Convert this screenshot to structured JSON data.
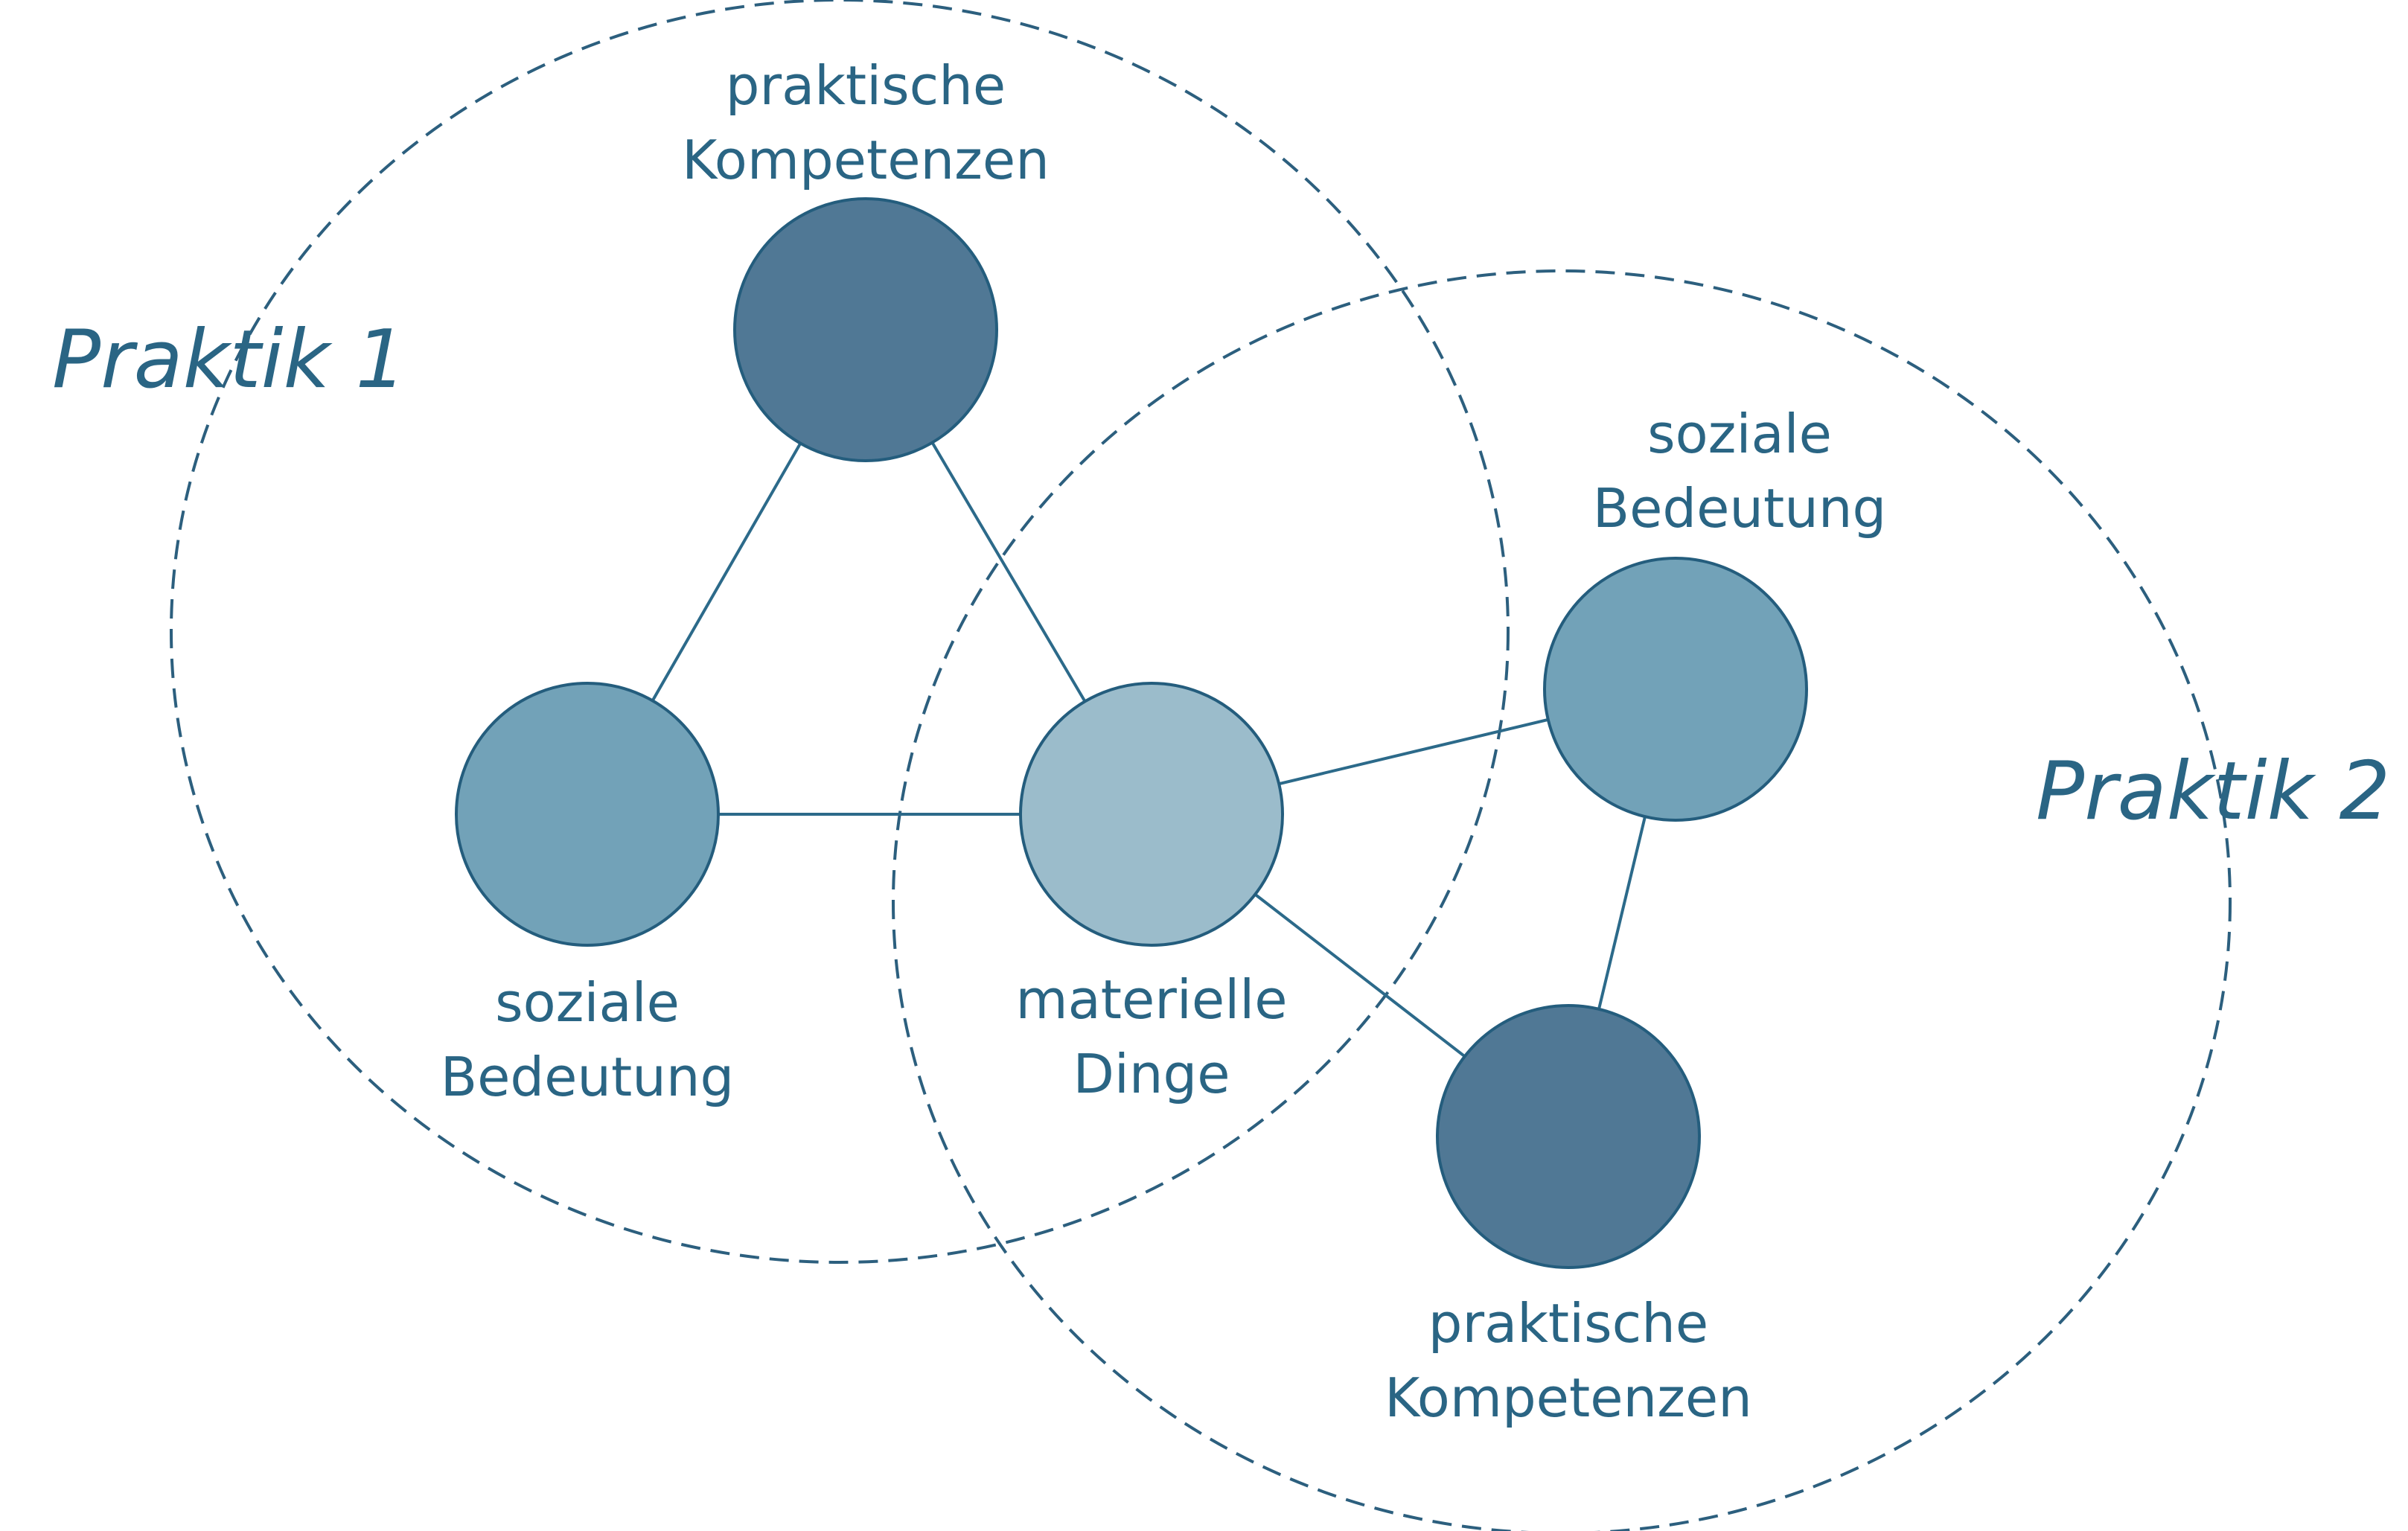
{
  "colors": {
    "ring": "#2c5f7e",
    "edge": "#2c6a8a",
    "text": "#2a6584",
    "praktische_kompetenzen": "#507895",
    "soziale_bedeutung": "#72a2b8",
    "materielle_dinge": "#9bbccb"
  },
  "practices": [
    {
      "title": "Praktik 1"
    },
    {
      "title": "Praktik 2"
    }
  ],
  "nodes": {
    "p1_kompetenzen": {
      "line1": "praktische",
      "line2": "Kompetenzen"
    },
    "p1_bedeutung": {
      "line1": "soziale",
      "line2": "Bedeutung"
    },
    "materielle": {
      "line1": "materielle",
      "line2": "Dinge"
    },
    "p2_bedeutung": {
      "line1": "soziale",
      "line2": "Bedeutung"
    },
    "p2_kompetenzen": {
      "line1": "praktische",
      "line2": "Kompetenzen"
    }
  },
  "edges": [
    [
      "p1_kompetenzen",
      "p1_bedeutung"
    ],
    [
      "p1_kompetenzen",
      "materielle"
    ],
    [
      "p1_bedeutung",
      "materielle"
    ],
    [
      "materielle",
      "p2_bedeutung"
    ],
    [
      "materielle",
      "p2_kompetenzen"
    ],
    [
      "p2_bedeutung",
      "p2_kompetenzen"
    ]
  ]
}
